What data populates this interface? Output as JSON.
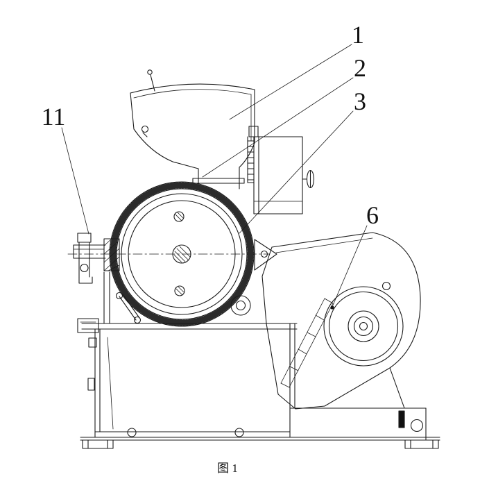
{
  "figure": {
    "caption": "图 1",
    "background_color": "#ffffff",
    "line_color": "#1a1a1a"
  },
  "callouts": {
    "c1": "1",
    "c2": "2",
    "c3": "3",
    "c6": "6",
    "c11": "11"
  }
}
